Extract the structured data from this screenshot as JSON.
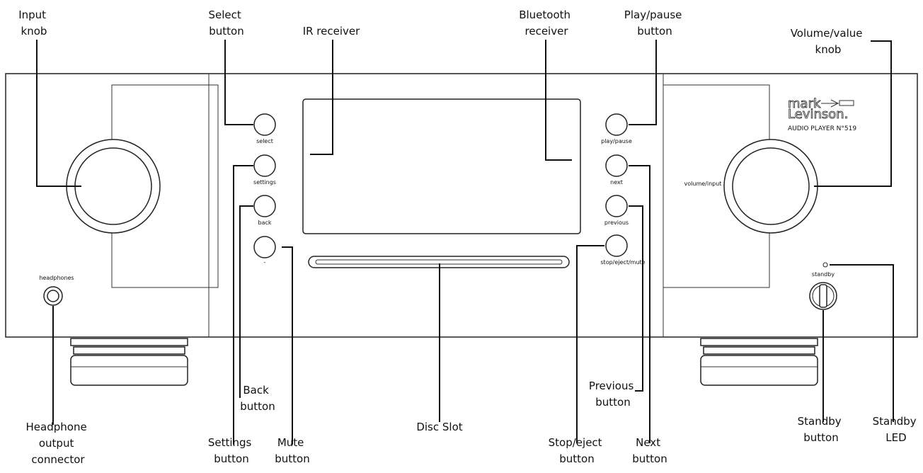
{
  "device": {
    "brand_line1": "mark",
    "brand_line2": "Levinson.",
    "model": "AUDIO PLAYER N°519"
  },
  "panel_labels": {
    "headphones": "headphones",
    "select": "select",
    "settings": "settings",
    "back": "back",
    "mute": "-",
    "play_pause": "play/pause",
    "next": "next",
    "previous": "previous",
    "stop_eject_mute": "stop/eject/mute",
    "volume_input": "volume/input",
    "standby": "standby"
  },
  "callouts": {
    "input_knob": [
      "Input",
      "knob"
    ],
    "select_button": [
      "Select",
      "button"
    ],
    "ir_receiver": [
      "IR receiver"
    ],
    "bluetooth_receiver": [
      "Bluetooth",
      "receiver"
    ],
    "play_pause_button": [
      "Play/pause",
      "button"
    ],
    "volume_value_knob": [
      "Volume/value",
      "knob"
    ],
    "back_button": [
      "Back",
      "button"
    ],
    "headphone_output_connector": [
      "Headphone",
      "output",
      "connector"
    ],
    "settings_button": [
      "Settings",
      "button"
    ],
    "mute_button": [
      "Mute",
      "button"
    ],
    "disc_slot": [
      "Disc Slot"
    ],
    "stop_eject_button": [
      "Stop/eject",
      "button"
    ],
    "previous_button": [
      "Previous",
      "button"
    ],
    "next_button": [
      "Next",
      "button"
    ],
    "standby_button": [
      "Standby",
      "button"
    ],
    "standby_led": [
      "Standby",
      "LED"
    ]
  }
}
